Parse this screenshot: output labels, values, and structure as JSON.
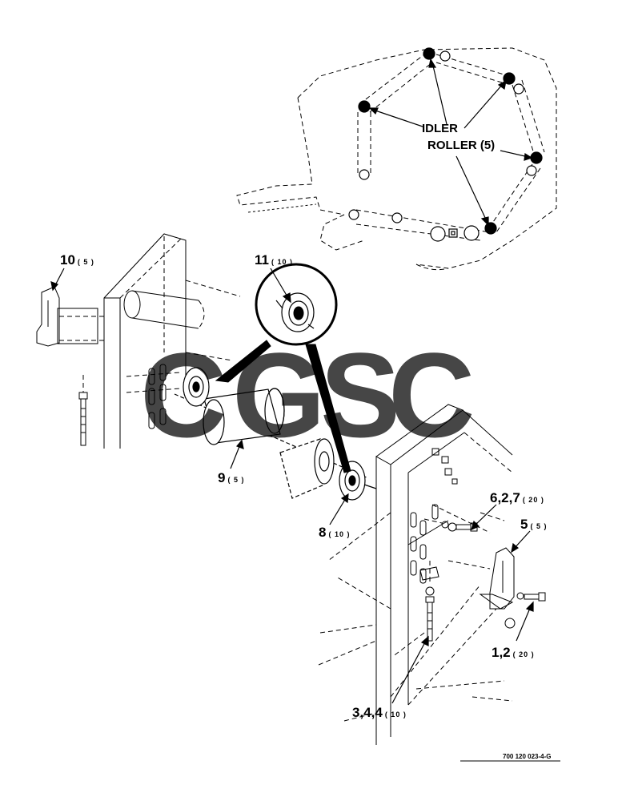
{
  "diagram": {
    "idler_label_line1": "IDLER",
    "idler_label_line2": "ROLLER (5)",
    "callouts": [
      {
        "id": "c10",
        "label": "10",
        "qty": "( 5 )"
      },
      {
        "id": "c11",
        "label": "11",
        "qty": "( 10 )"
      },
      {
        "id": "c9",
        "label": "9",
        "qty": "( 5 )"
      },
      {
        "id": "c8",
        "label": "8",
        "qty": "( 10 )"
      },
      {
        "id": "c627",
        "label": "6,2,7",
        "qty": "( 20 )"
      },
      {
        "id": "c5",
        "label": "5",
        "qty": "( 5 )"
      },
      {
        "id": "c12",
        "label": "1,2",
        "qty": "( 20 )"
      },
      {
        "id": "c344",
        "label": "3,4,4",
        "qty": "( 10 )"
      }
    ],
    "part_number": "700 120 023-4-G"
  },
  "watermark": {
    "letters": [
      {
        "char": "C",
        "color": "#4285F4"
      },
      {
        "char": "G",
        "color": "#EA4335"
      },
      {
        "char": "S",
        "color": "#FBBC05"
      },
      {
        "char": "C",
        "color": "#34A853"
      }
    ]
  }
}
